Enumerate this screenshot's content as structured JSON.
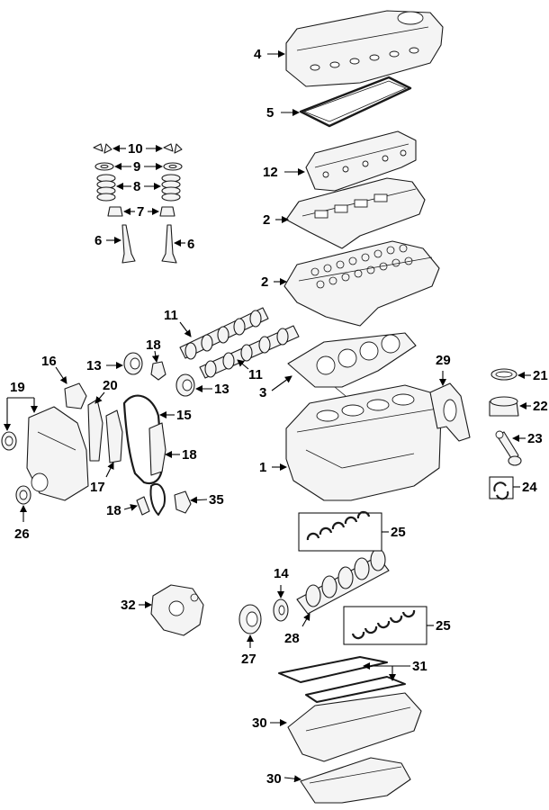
{
  "callouts": {
    "c1": "1",
    "c2a": "2",
    "c2b": "2",
    "c3": "3",
    "c4": "4",
    "c5": "5",
    "c6a": "6",
    "c6b": "6",
    "c7": "7",
    "c8": "8",
    "c9": "9",
    "c10": "10",
    "c11a": "11",
    "c11b": "11",
    "c12": "12",
    "c13a": "13",
    "c13b": "13",
    "c14": "14",
    "c15": "15",
    "c16": "16",
    "c17": "17",
    "c18a": "18",
    "c18b": "18",
    "c18c": "18",
    "c19": "19",
    "c20": "20",
    "c21": "21",
    "c22": "22",
    "c23": "23",
    "c24": "24",
    "c25a": "25",
    "c25b": "25",
    "c26": "26",
    "c27": "27",
    "c28": "28",
    "c29": "29",
    "c30a": "30",
    "c30b": "30",
    "c31": "31",
    "c32": "32",
    "c35": "35"
  }
}
